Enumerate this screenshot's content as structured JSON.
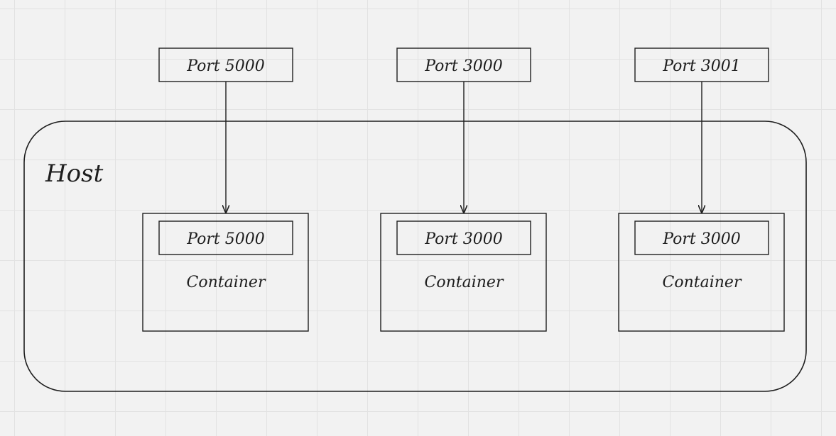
{
  "host": {
    "label": "Host"
  },
  "columns": [
    {
      "host_port": "Port 5000",
      "container_port": "Port 5000",
      "container_label": "Container"
    },
    {
      "host_port": "Port 3000",
      "container_port": "Port 3000",
      "container_label": "Container"
    },
    {
      "host_port": "Port 3001",
      "container_port": "Port 3000",
      "container_label": "Container"
    }
  ],
  "colors": {
    "stroke": "#1e1e1e",
    "background": "#f2f2f2",
    "grid": "#e2e2e2"
  }
}
